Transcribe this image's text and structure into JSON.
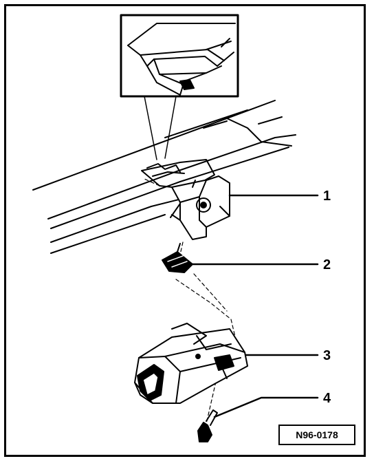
{
  "callouts": [
    {
      "id": "1",
      "label": "1"
    },
    {
      "id": "2",
      "label": "2"
    },
    {
      "id": "3",
      "label": "3"
    },
    {
      "id": "4",
      "label": "4"
    }
  ],
  "reference_code": "N96-0178",
  "colors": {
    "ink": "#000000",
    "paper": "#ffffff"
  }
}
